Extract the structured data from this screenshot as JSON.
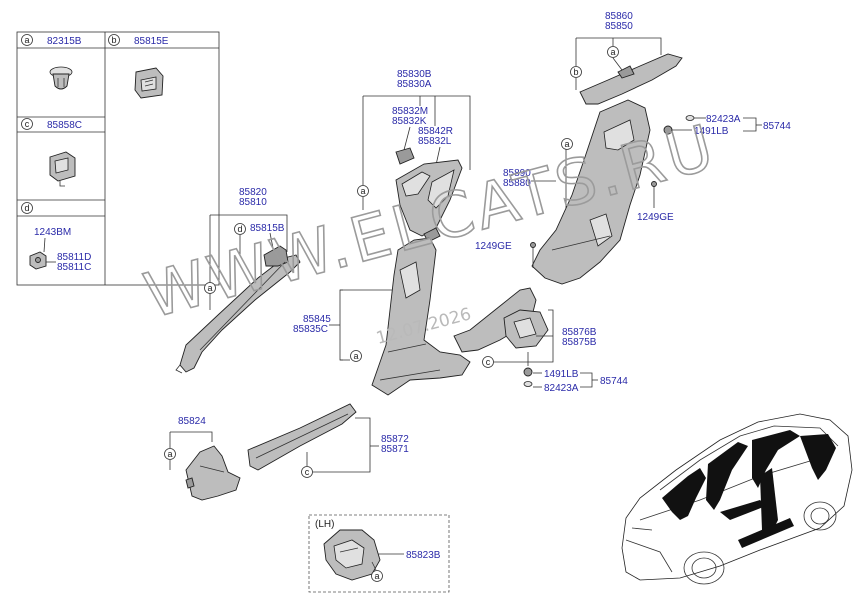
{
  "legend": {
    "a": {
      "letter": "a",
      "part": "82315B"
    },
    "b": {
      "letter": "b",
      "part": "85815E"
    },
    "c": {
      "letter": "c",
      "part": "85858C"
    },
    "d": {
      "letter": "d",
      "part_top": "1243BM",
      "part_r1": "85811D",
      "part_r2": "85811C"
    }
  },
  "labels": {
    "p85860": "85860",
    "p85850": "85850",
    "p85830B": "85830B",
    "p85830A": "85830A",
    "p85832M": "85832M",
    "p85832K": "85832K",
    "p85842R": "85842R",
    "p85832L": "85832L",
    "p85820": "85820",
    "p85810": "85810",
    "p85815B": "85815B",
    "p85890": "85890",
    "p85880": "85880",
    "p82423A_top": "82423A",
    "p1491LB_top": "1491LB",
    "p85744_top": "85744",
    "p1249GE_r": "1249GE",
    "p1249GE_l": "1249GE",
    "p85845": "85845",
    "p85835C": "85835C",
    "p85876B": "85876B",
    "p85875B": "85875B",
    "p1491LB_bot": "1491LB",
    "p82423A_bot": "82423A",
    "p85744_bot": "85744",
    "p85824": "85824",
    "p85872": "85872",
    "p85871": "85871",
    "lh": "(LH)",
    "p85823B": "85823B"
  },
  "callouts": {
    "a": "a",
    "b": "b",
    "c": "c",
    "d": "d"
  },
  "watermark": {
    "text": "WWW.ELCATS.RU",
    "date": "12.07.2026"
  },
  "colors": {
    "part_number": "#2a2aa8",
    "line": "#333333",
    "part_fill": "#bdbdbd",
    "watermark": "#9b9b9b"
  }
}
